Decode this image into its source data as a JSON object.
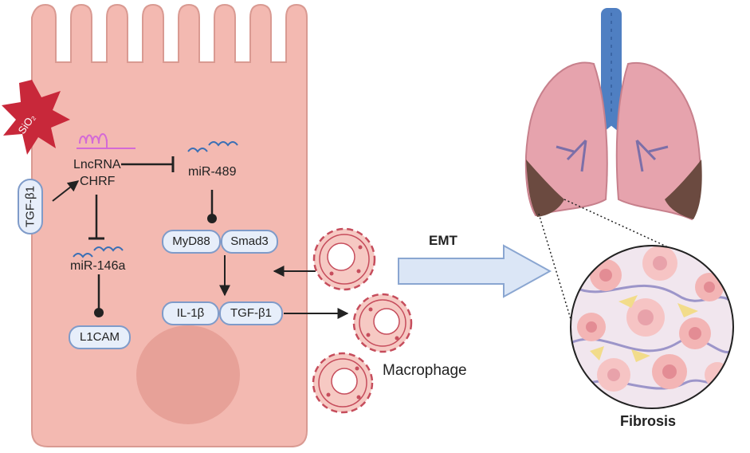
{
  "stimulus": {
    "sio2": "SiO₂",
    "tgf_left": "TGF-β1"
  },
  "cell": {
    "lncrna": "LncRNA",
    "chrf": "CHRF",
    "mir489": "miR-489",
    "mir146a": "miR-146a",
    "myd88": "MyD88",
    "smad3": "Smad3",
    "il1b": "IL-1β",
    "tgfb1": "TGF-β1",
    "l1cam": "L1CAM"
  },
  "macrophage": {
    "label": "Macrophage"
  },
  "emt": {
    "label": "EMT"
  },
  "lung": {
    "fibrosis_label": "Fibrosis"
  },
  "colors": {
    "cell_fill": "#f3b9b1",
    "cell_stroke": "#d99a92",
    "nucleus": "#e39b92",
    "pill_fill": "#e7eefa",
    "pill_stroke": "#7f9bc9",
    "sio2_star": "#c8283a",
    "rna_pink": "#d46ad6",
    "rna_blue": "#3a6fb5",
    "trachea": "#4f7fc2",
    "lung": "#e6a3ad",
    "arrow_emt": "#dbe6f6"
  }
}
